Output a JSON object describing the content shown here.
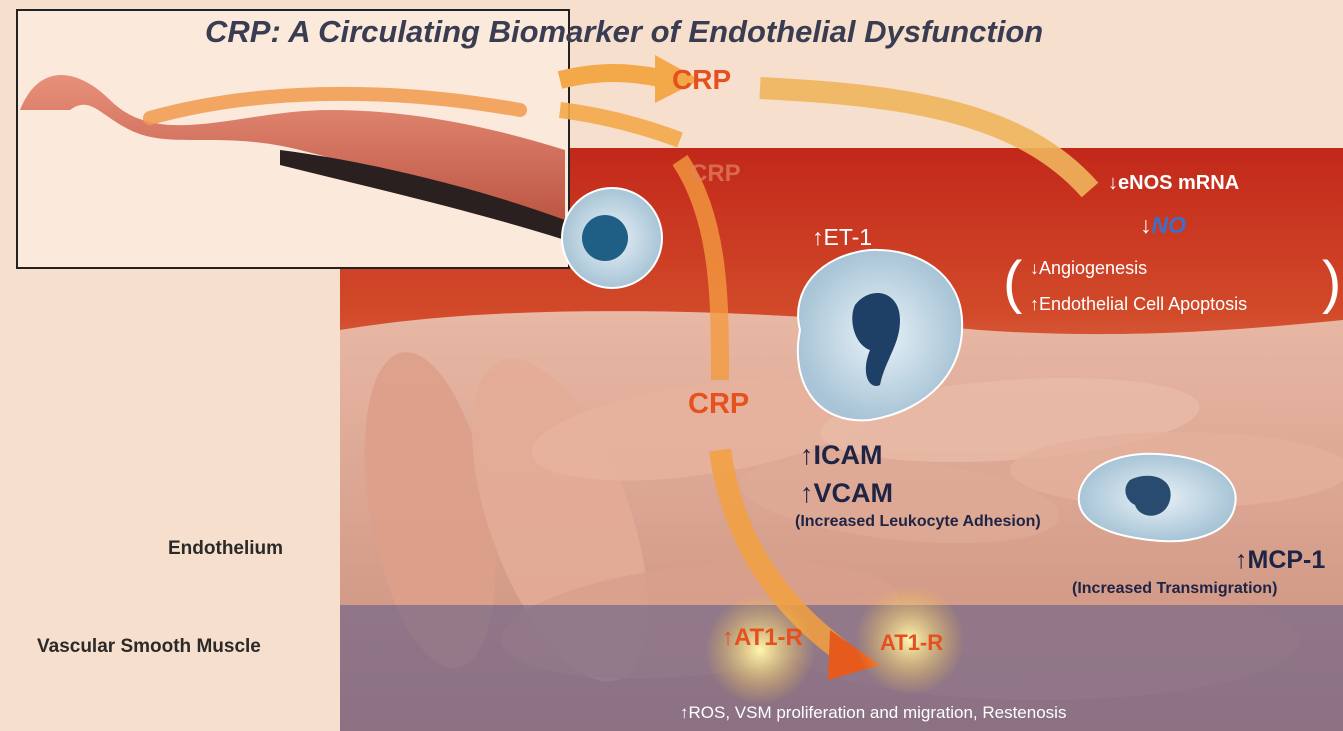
{
  "title": "CRP: A Circulating Biomarker of Endothelial Dysfunction",
  "labels": {
    "crp_top": "CRP",
    "crp_faded": "CRP",
    "crp_lower": "CRP",
    "enos": "eNOS mRNA",
    "no": "NO",
    "angiogenesis": "Angiogenesis",
    "apoptosis": "Endothelial Cell Apoptosis",
    "et1": "ET-1",
    "icam": "ICAM",
    "vcam": "VCAM",
    "leukocyte": "(Increased Leukocyte Adhesion)",
    "mcp1": "MCP-1",
    "transmigration": "(Increased Transmigration)",
    "at1r_left": "AT1-R",
    "at1r_right": "AT1-R",
    "bottom_line": "ROS, VSM proliferation and migration, Restenosis"
  },
  "regions": {
    "endothelium": "Endothelium",
    "smooth_muscle": "Vascular Smooth Muscle"
  },
  "colors": {
    "background": "#f6dfcc",
    "red_zone": "#c9341c",
    "orange_arrow": "#f0a040",
    "title": "#3a3d52",
    "crp": "#e6501e",
    "no_blue": "#3b6fc9",
    "dark_label": "#1f2344"
  }
}
